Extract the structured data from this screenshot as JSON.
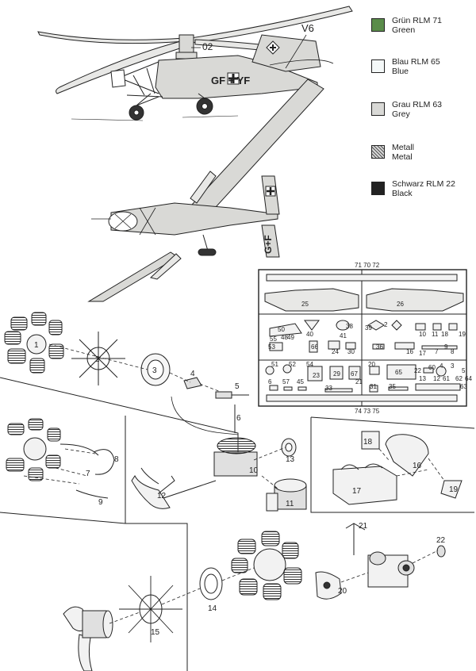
{
  "legend": [
    {
      "de": "Grün RLM 71",
      "en": "Green",
      "color": "#5a8c4a",
      "pattern": "solid"
    },
    {
      "de": "Blau RLM 65",
      "en": "Blue",
      "color": "#f4f8f8",
      "pattern": "solid"
    },
    {
      "de": "Grau RLM 63",
      "en": "Grey",
      "color": "#d9d9d6",
      "pattern": "solid"
    },
    {
      "de": "Metall",
      "en": "Metal",
      "color": "#bdbdbd",
      "pattern": "hatch"
    },
    {
      "de": "Schwarz RLM 22",
      "en": "Black",
      "color": "#222222",
      "pattern": "solid"
    }
  ],
  "aircraft": {
    "version_label": "V6",
    "rotor_label": "02",
    "registration_side": "GF + YF",
    "registration_top": "G+F"
  },
  "sprue": {
    "top_numbers": "71 70 72",
    "bottom_numbers": "74 73 75",
    "parts": [
      "25",
      "26",
      "50",
      "38",
      "39",
      "2",
      "40",
      "41",
      "10",
      "11",
      "18",
      "19",
      "55",
      "48",
      "49",
      "66",
      "24",
      "30",
      "17",
      "16",
      "8",
      "7",
      "53",
      "36",
      "9",
      "51",
      "52",
      "54",
      "23",
      "29",
      "67",
      "20",
      "65",
      "22",
      "60",
      "4",
      "3",
      "5",
      "6",
      "57",
      "45",
      "33",
      "21",
      "31",
      "35",
      "13",
      "12",
      "61",
      "62",
      "63",
      "64",
      "14",
      "15"
    ]
  },
  "steps": {
    "engine": [
      "1",
      "2",
      "3",
      "4",
      "5",
      "6"
    ],
    "engine_alt": [
      "7",
      "8",
      "9"
    ],
    "propeller": [
      "10",
      "11",
      "12",
      "13"
    ],
    "fuselage": [
      "16",
      "17",
      "18",
      "19"
    ],
    "front": [
      "14",
      "15"
    ],
    "gear": [
      "20",
      "21",
      "22"
    ]
  }
}
